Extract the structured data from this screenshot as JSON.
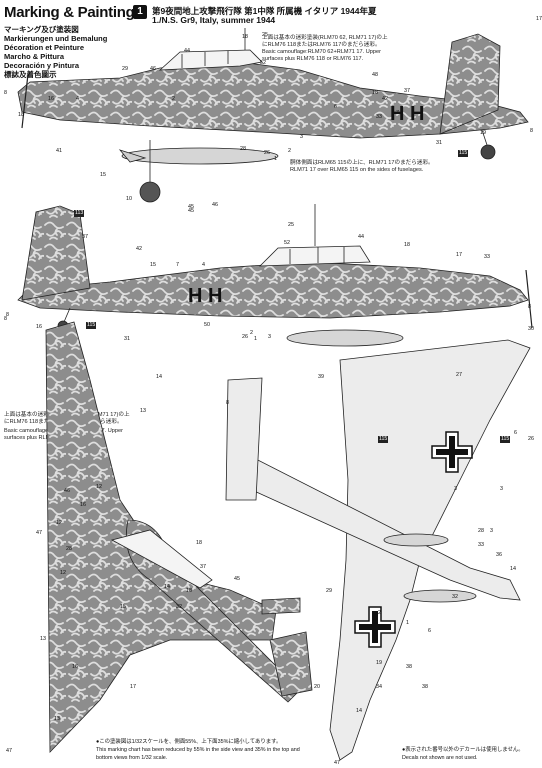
{
  "header": {
    "title": "Marking & Painting",
    "multilingual": [
      "マーキング及び塗装図",
      "Markierungen und Bemalung",
      "Décoration et Peinture",
      "Marcho & Pittura",
      "Decoración y Pintura",
      "標誌及着色圖示"
    ],
    "scheme_number": "1",
    "scheme_title_jp": "第9夜間地上攻撃飛行隊 第1中隊 所属機 イタリア 1944年夏",
    "scheme_title_en": "1./N.S. Gr9, Italy, summer 1944"
  },
  "notes": {
    "side_jp_1": "上面は基本の迷彩塗装(RLM70 62, RLM71 17)の上",
    "side_jp_2": "にRLM76 118またはRLM76 117のまだら迷彩。",
    "side_en_1": "Basic camouflage:RLM70 62+RLM71 17. Upper",
    "side_en_2": "surfaces plus RLM76 118 or RLM76 117.",
    "fus_jp": "胴体側面はRLM65 115の上に、RLM71 17のまだら迷彩。",
    "fus_en": "RLM71 17 over RLM65 115 on the sides of fuselages.",
    "top_jp_1": "上面は基本の迷彩塗装(RLM70 62, RLM71 17)の上",
    "top_jp_2": "にRLM76 118またはRLM76 117のまだら迷彩。",
    "top_en_1": "Basic camouflage:RLM70 62+RLM71 17. Upper",
    "top_en_2": "surfaces plus RLM76 118 or RLM76 117."
  },
  "fuselage_code": "H H",
  "callouts": {
    "upper_side": [
      "17",
      "18",
      "8",
      "41",
      "4",
      "45",
      "29",
      "46",
      "44",
      "16",
      "52",
      "18",
      "37",
      "18",
      "25",
      "10",
      "19",
      "115",
      "8",
      "48",
      "42",
      "6",
      "2",
      "31",
      "7",
      "33",
      "15",
      "28",
      "26",
      "1",
      "2",
      "3"
    ],
    "lower_side": [
      "8",
      "37",
      "42",
      "113",
      "8",
      "45",
      "46",
      "16",
      "15",
      "7",
      "25",
      "44",
      "52",
      "18",
      "17",
      "115",
      "31",
      "50",
      "4",
      "33",
      "8",
      "2",
      "3",
      "39",
      "26",
      "1"
    ],
    "top_view": [
      "14",
      "13",
      "8",
      "12",
      "47",
      "46",
      "16",
      "28",
      "37",
      "12",
      "14",
      "32",
      "13",
      "15",
      "12",
      "45",
      "18",
      "16",
      "17",
      "18",
      "13",
      "47"
    ],
    "bottom_view": [
      "30",
      "27",
      "115",
      "3",
      "3",
      "28",
      "33",
      "14",
      "32",
      "29",
      "6",
      "19",
      "38",
      "34",
      "38",
      "14",
      "20",
      "47",
      "3",
      "36",
      "2",
      "1",
      "115",
      "6",
      "26"
    ]
  },
  "footer": {
    "left_jp": "●この塗装図は1/32スケールを、側面55%、上下面35%に縮小してあります。",
    "left_en_1": "This marking chart has been reduced by 55% in the side view and 35% in the top and",
    "left_en_2": "bottom views from 1/32 scale.",
    "right_jp": "●表示された番号以外のデカールは使用しません。",
    "right_en": "Decals not shown are not used."
  },
  "colors": {
    "camo_dark": "#8a8a8a",
    "camo_light": "#d4d4d4",
    "underside": "#e9e9e9",
    "line": "#222222"
  }
}
